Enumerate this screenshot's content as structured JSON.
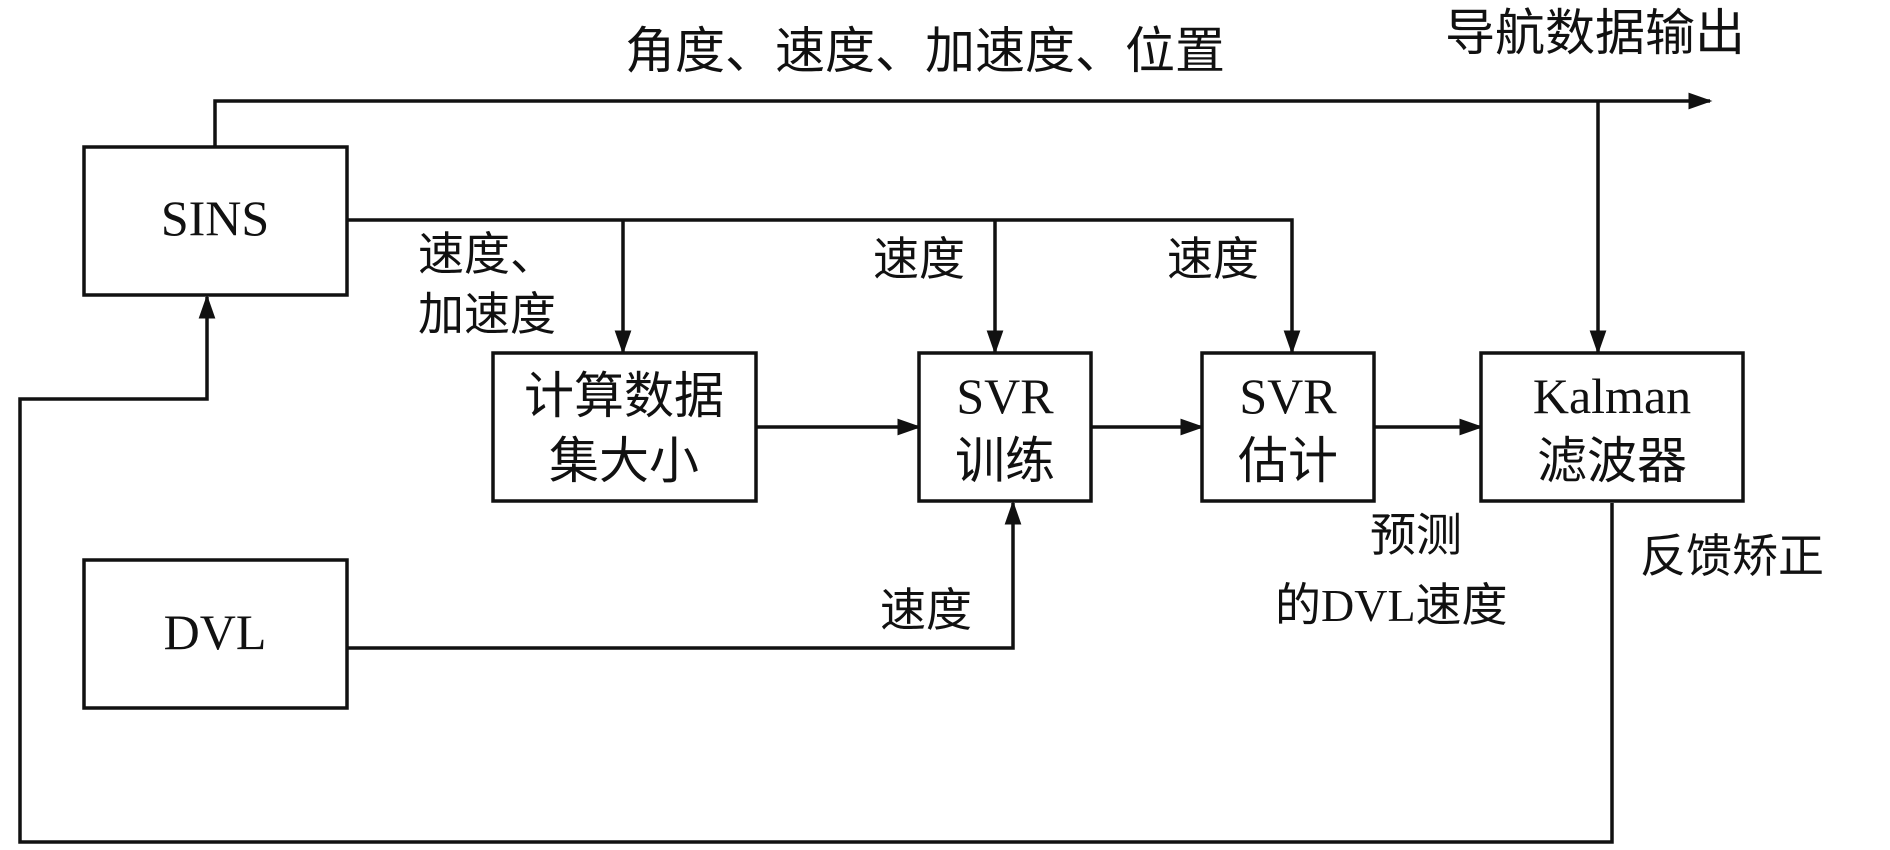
{
  "boxes": {
    "sins": [
      "SINS"
    ],
    "dvl": [
      "DVL"
    ],
    "dataset": [
      "计算数据",
      "集大小"
    ],
    "svr_train": [
      "SVR",
      "训练"
    ],
    "svr_est": [
      "SVR",
      "估计"
    ],
    "kalman": [
      "Kalman",
      "滤波器"
    ]
  },
  "labels": {
    "top_signals": "角度、速度、加速度、位置",
    "nav_output": "导航数据输出",
    "sins_to_dataset": [
      "速度、",
      "加速度"
    ],
    "sins_to_train": "速度",
    "sins_to_est": "速度",
    "dvl_to_train": "速度",
    "predicted_dvl": [
      "预测",
      "的DVL速度"
    ],
    "feedback": "反馈矫正"
  },
  "colors": {
    "line": "#111111",
    "background": "#ffffff"
  }
}
